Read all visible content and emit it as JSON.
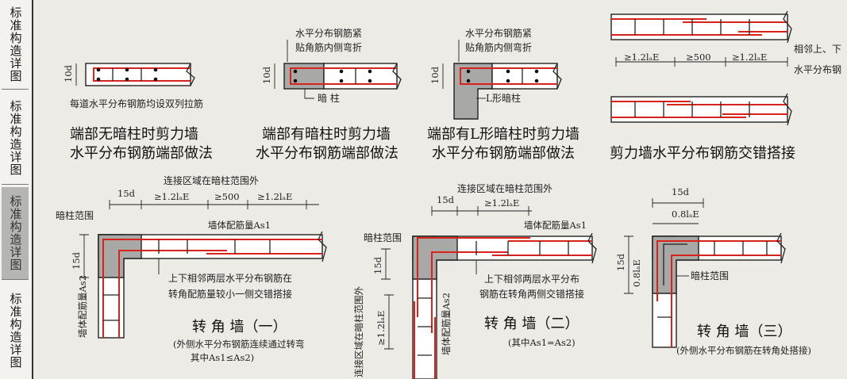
{
  "sidebar": {
    "tabs": [
      {
        "label": "标准构造详图",
        "active": false
      },
      {
        "label": "标准构造详图",
        "active": false
      },
      {
        "label": "标准构造详图",
        "active": true
      },
      {
        "label": "标准构造详图",
        "active": false
      }
    ]
  },
  "top": {
    "d1": {
      "dim_label": "10d",
      "note": "每道水平分布钢筋均设双列拉筋",
      "title_line1": "端部无暗柱时剪力墙",
      "title_line2": "水平分布钢筋端部做法"
    },
    "d2": {
      "dim_label": "10d",
      "callout_line1": "水平分布钢筋紧",
      "callout_line2": "贴角筋内侧弯折",
      "column_label": "暗 柱",
      "title_line1": "端部有暗柱时剪力墙",
      "title_line2": "水平分布钢筋端部做法"
    },
    "d3": {
      "dim_label": "10d",
      "callout_line1": "水平分布钢筋紧",
      "callout_line2": "贴角筋内侧弯折",
      "column_label": "L形暗柱",
      "title_line1": "端部有L形暗柱时剪力墙",
      "title_line2": "水平分布钢筋端部做法"
    },
    "d4": {
      "dim_a": "≥1.2lₐE",
      "dim_b": "≥500",
      "dim_c": "≥1.2lₐE",
      "side_line1": "相邻上、下",
      "side_line2": "水平分布钢",
      "title": "剪力墙水平分布钢筋交错搭接"
    }
  },
  "bottom": {
    "c1": {
      "top_note": "连接区域在暗柱范围外",
      "dim_15d_top": "15d",
      "dim_a": "≥1.2lₐE",
      "dim_b": "≥500",
      "dim_c": "≥1.2lₐE",
      "range_label": "暗柱范围",
      "as1_label": "墙体配筋量As1",
      "as2_label": "墙体配筋量As2",
      "dim_15d_side": "15d",
      "note_line1": "上下相邻两层水平分布钢筋在",
      "note_line2": "转角配筋量较小一侧交错搭接",
      "title": "转 角 墙（一）",
      "sub_line1": "(外侧水平分布钢筋连续通过转弯",
      "sub_line2": "其中As1≤As2)"
    },
    "c2": {
      "top_note": "连接区域在暗柱范围外",
      "dim_15d_top": "15d",
      "dim_a": "≥1.2lₐE",
      "range_label": "暗柱范围",
      "as1_label": "墙体配筋量As1",
      "as2_label": "墙体配筋量As2",
      "dim_15d_side": "15d",
      "vert_note": "连接区域在暗柱范围外",
      "vert_dim": "≥1.2lₐE",
      "note_line1": "上下相邻两层水平分布",
      "note_line2": "钢筋在转角两侧交错搭接",
      "title": "转 角 墙（二）",
      "sub_line1": "(其中As1=As2)"
    },
    "c3": {
      "dim_15d_top": "15d",
      "dim_08": "0.8lₐE",
      "dim_15d_side": "15d",
      "dim_08_side": "0.8lₐE",
      "range_label": "暗柱范围",
      "title": "转 角 墙（三）",
      "sub_line1": "(外侧水平分布钢筋在转角处搭接)"
    }
  }
}
